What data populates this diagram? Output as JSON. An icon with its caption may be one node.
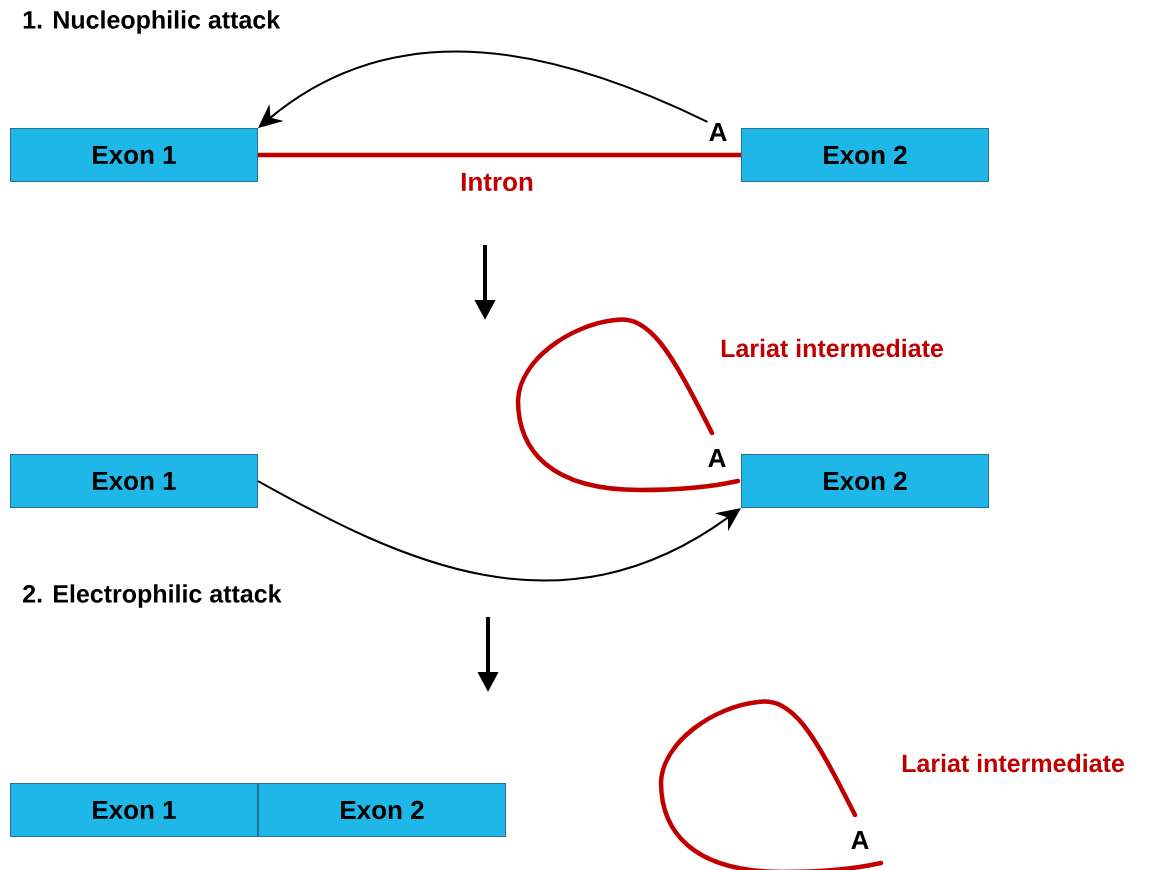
{
  "diagram": {
    "nodes": [
      {
        "text": [
          "Exon 1"
        ]
      },
      {
        "text": [
          "Exon 2"
        ]
      },
      {
        "text": [
          "A"
        ]
      },
      {
        "text": [
          "Exon 1"
        ]
      },
      {
        "text": [
          "A"
        ]
      },
      {
        "text": [
          "Exon 2"
        ]
      },
      {
        "text": [
          "Exon 1"
        ]
      },
      {
        "text": [
          "Exon 2"
        ]
      },
      {
        "text": [
          "A"
        ]
      }
    ],
    "edges": [
      {
        "from": 0,
        "to": 1,
        "arrow": "none",
        "label": "Intron",
        "style": "thick",
        "color": "#c00000"
      },
      {
        "from": 2,
        "to": 0,
        "arrow": "to"
      },
      {
        "from": 3,
        "to": 5,
        "arrow": "to"
      }
    ],
    "labels": [
      "1. Nucleophilic attack",
      "Lariat intermediate",
      "2. Electrophilic attack",
      "Lariat intermediate"
    ]
  }
}
